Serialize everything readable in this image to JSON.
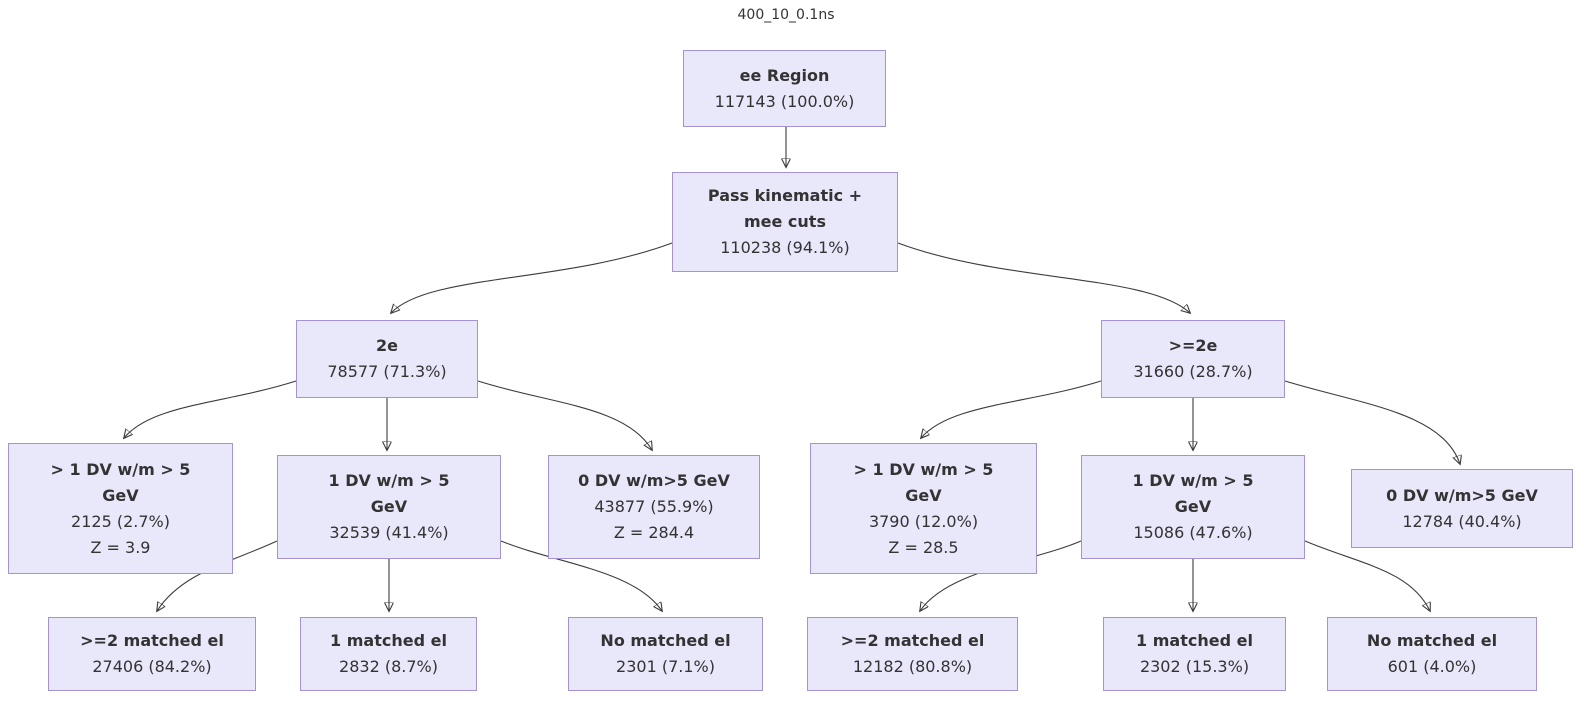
{
  "title": "400_10_0.1ns",
  "colors": {
    "node_fill": "#e9e7fa",
    "node_border": "#a593d9",
    "edge": "#3c3c3c",
    "text": "#333333"
  },
  "nodes": [
    {
      "id": "ee_region",
      "label": "ee Region",
      "value": "117143 (100.0%)"
    },
    {
      "id": "pass_cuts",
      "label": "Pass kinematic +\nmee cuts",
      "value": "110238 (94.1%)"
    },
    {
      "id": "two_e",
      "label": "2e",
      "value": "78577 (71.3%)"
    },
    {
      "id": "ge_two_e",
      "label": ">=2e",
      "value": "31660 (28.7%)"
    },
    {
      "id": "l_gt1dv",
      "label": "> 1 DV w/m > 5\nGeV",
      "value": "2125 (2.7%)",
      "z": "Z = 3.9"
    },
    {
      "id": "l_1dv",
      "label": "1 DV w/m > 5\nGeV",
      "value": "32539 (41.4%)"
    },
    {
      "id": "l_0dv",
      "label": "0 DV w/m>5 GeV",
      "value": "43877 (55.9%)",
      "z": "Z = 284.4"
    },
    {
      "id": "r_gt1dv",
      "label": "> 1 DV w/m > 5\nGeV",
      "value": "3790 (12.0%)",
      "z": "Z = 28.5"
    },
    {
      "id": "r_1dv",
      "label": "1 DV w/m > 5\nGeV",
      "value": "15086 (47.6%)"
    },
    {
      "id": "r_0dv",
      "label": "0 DV w/m>5 GeV",
      "value": "12784 (40.4%)"
    },
    {
      "id": "l_ge2_matched",
      "label": ">=2 matched el",
      "value": "27406 (84.2%)"
    },
    {
      "id": "l_1_matched",
      "label": "1 matched el",
      "value": "2832 (8.7%)"
    },
    {
      "id": "l_no_matched",
      "label": "No matched el",
      "value": "2301 (7.1%)"
    },
    {
      "id": "r_ge2_matched",
      "label": ">=2 matched el",
      "value": "12182 (80.8%)"
    },
    {
      "id": "r_1_matched",
      "label": "1 matched el",
      "value": "2302 (15.3%)"
    },
    {
      "id": "r_no_matched",
      "label": "No matched el",
      "value": "601 (4.0%)"
    }
  ],
  "edges": [
    {
      "from": "ee_region",
      "to": "pass_cuts"
    },
    {
      "from": "pass_cuts",
      "to": "two_e"
    },
    {
      "from": "pass_cuts",
      "to": "ge_two_e"
    },
    {
      "from": "two_e",
      "to": "l_gt1dv"
    },
    {
      "from": "two_e",
      "to": "l_1dv"
    },
    {
      "from": "two_e",
      "to": "l_0dv"
    },
    {
      "from": "ge_two_e",
      "to": "r_gt1dv"
    },
    {
      "from": "ge_two_e",
      "to": "r_1dv"
    },
    {
      "from": "ge_two_e",
      "to": "r_0dv"
    },
    {
      "from": "l_1dv",
      "to": "l_ge2_matched"
    },
    {
      "from": "l_1dv",
      "to": "l_1_matched"
    },
    {
      "from": "l_1dv",
      "to": "l_no_matched"
    },
    {
      "from": "r_1dv",
      "to": "r_ge2_matched"
    },
    {
      "from": "r_1dv",
      "to": "r_1_matched"
    },
    {
      "from": "r_1dv",
      "to": "r_no_matched"
    }
  ]
}
